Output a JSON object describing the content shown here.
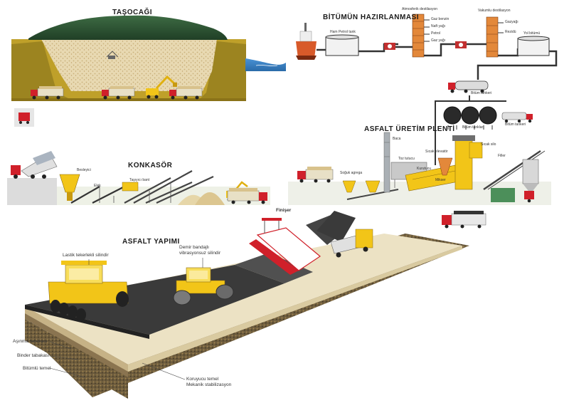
{
  "sections": {
    "quarry": {
      "title": "TAŞOCAĞI"
    },
    "bitumen": {
      "title": "BİTÜMÜN HAZIRLANMASI",
      "labels": {
        "crude_tank": "Ham Petrol tank",
        "atm_distill": "Atmosferik destilasyon",
        "gas_benzin": "Gaz benzin",
        "naft": "Naft yağı",
        "petrol": "Petrol",
        "gas_oil": "Gaz yağı",
        "vac_distill": "Vakumlu destilasyon",
        "vac_oil": "Gazyağı",
        "residue": "Rezidü",
        "bitumen_tank": "Yol bitümü",
        "tanker": "Bitüm tankeri",
        "storage": "Bitüm tankları",
        "hot_tanker": "Bitüm tankeri"
      }
    },
    "crusher": {
      "title": "KONKASÖR",
      "labels": {
        "bunker": "Besleyici",
        "screen": "Elek",
        "conveyor": "Taşıyıcı bant"
      }
    },
    "plant": {
      "title": "ASFALT ÜRETİM PLENTİ",
      "labels": {
        "cold_feed": "Soğuk agrega",
        "dryer": "Kurutucu",
        "hot_elev": "Sıcak elevatör",
        "mixer": "Mikser",
        "filler": "Filler",
        "silo": "Sıcak silo",
        "dust": "Toz tutucu",
        "stack": "Baca"
      }
    },
    "paving": {
      "title": "ASFALT YAPIMI",
      "finger": "Finişer",
      "roller_tyre": "Lastik tekerlekli silindir",
      "roller_steel": "Demir bandajlı\nvibrasyonsuz silindir",
      "layers": {
        "wearing": "Aşınma tabakası",
        "binder": "Binder tabakası",
        "base": "Bitümlü temel",
        "subbase": "Koruyucu temel\nMekanik stabilizasyon"
      }
    }
  },
  "colors": {
    "truck_red": "#d0202a",
    "machine_yellow": "#f2c518",
    "asphalt": "#3a3a3a",
    "ground": "#f5e3b3",
    "hill_green": "#2f5b36",
    "pipe": "#333333",
    "tower_orange": "#e3883a",
    "water": "#3f86c9"
  }
}
